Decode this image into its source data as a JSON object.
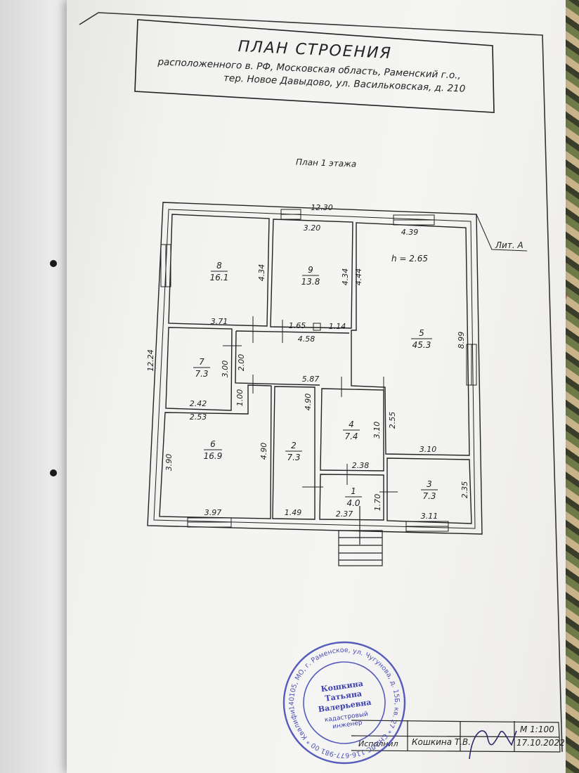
{
  "title": "ПЛАН СТРОЕНИЯ",
  "address_line1": "расположенного в. РФ, Московская область, Раменский г.о.,",
  "address_line2": "тер. Новое Давыдово, ул. Васильковская, д. 210",
  "floor_label": "План 1 этажа",
  "lit_label": "Лит. А",
  "height_label": "h = 2.65",
  "rooms": [
    {
      "num": "1",
      "area": "4.0"
    },
    {
      "num": "2",
      "area": "7.3"
    },
    {
      "num": "3",
      "area": "7.3"
    },
    {
      "num": "4",
      "area": "7.4"
    },
    {
      "num": "5",
      "area": "45.3"
    },
    {
      "num": "6",
      "area": "16.9"
    },
    {
      "num": "7",
      "area": "7.3"
    },
    {
      "num": "8",
      "area": "16.1"
    },
    {
      "num": "9",
      "area": "13.8"
    }
  ],
  "dims": {
    "overall_width": "12.30",
    "overall_height": "12.24",
    "r8_w": "3.71",
    "r8_h": "4.34",
    "r9_w": "3.20",
    "r9_h": "4.34",
    "r5_top": "4.39",
    "r5_left": "4.44",
    "r5_right": "8.99",
    "hall_a": "1.65",
    "hall_b": "1.14",
    "hall_c": "4.58",
    "hall_v": "2.00",
    "hall_h": "5.87",
    "r7_h": "3.00",
    "r7_w": "2.42",
    "r6_top": "2.53",
    "r6_gap": "1.00",
    "r6_left": "3.90",
    "r6_right": "4.90",
    "r6_bottom": "3.97",
    "r2_h": "4.90",
    "r2_w": "1.49",
    "r4_h": "3.10",
    "r4_w": "2.38",
    "r5_step": "2.55",
    "r5_bottom": "3.10",
    "r1_h": "1.70",
    "r1_w": "2.37",
    "r3_h": "2.35",
    "r3_w": "3.11"
  },
  "stamp": {
    "name1": "Кошкина",
    "name2": "Татьяна",
    "name3": "Валерьевна",
    "role1": "кадастровый",
    "role2": "инженер",
    "ring_text": "140105, МО, г. Раменское, ул. Чугунова, д. 15Б, кв. 27 * СНИЛС 116-677-981 00 * Квалификационный аттестат № 77-13-100 *"
  },
  "title_block": {
    "scale": "М 1:100",
    "author": "Кошкина Т.В.",
    "date": "17.10.2022",
    "role_abbr": "Исполнил"
  }
}
